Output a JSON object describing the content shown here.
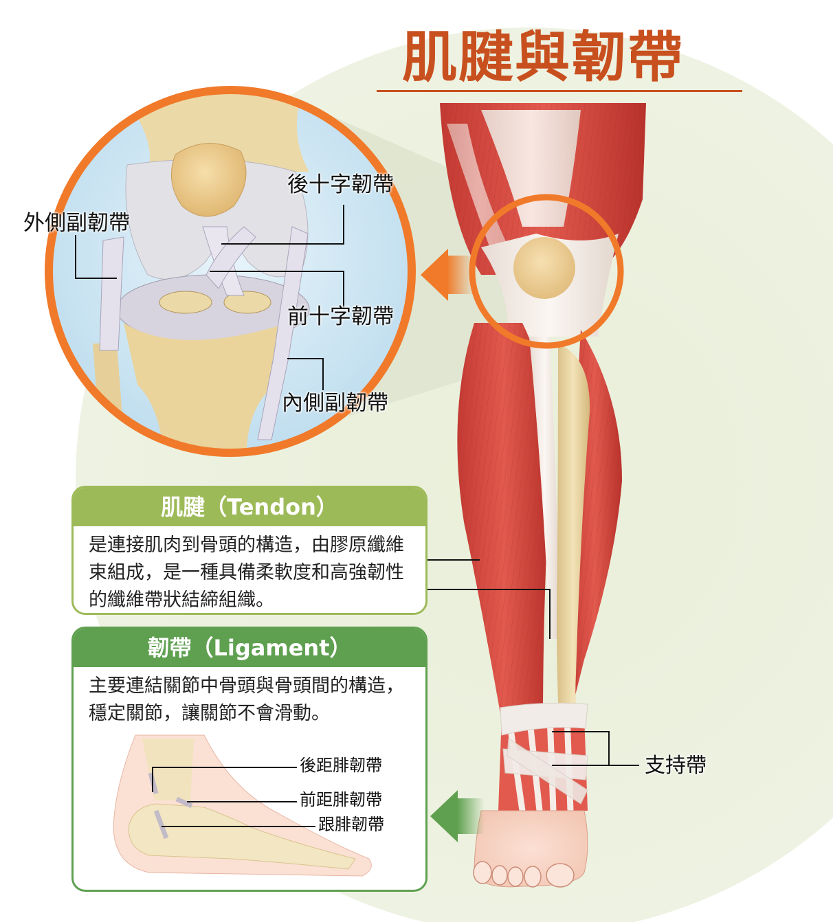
{
  "title": "肌腱與韌帶",
  "knee_labels": {
    "posterior_cruciate": "後十字韌帶",
    "lateral_collateral": "外側副韌帶",
    "anterior_cruciate": "前十字韌帶",
    "medial_collateral": "內側副韌帶"
  },
  "tendon_card": {
    "heading": "肌腱（Tendon）",
    "body": "是連接肌肉到骨頭的構造，由膠原纖維束組成，是一種具備柔軟度和高強韌性的纖維帶狀結締組織。"
  },
  "ligament_card": {
    "heading": "韌帶（Ligament）",
    "body": "主要連結關節中骨頭與骨頭間的構造，穩定關節，讓關節不會滑動。"
  },
  "ankle_labels": {
    "posterior_talofibular": "後距腓韌帶",
    "anterior_talofibular": "前距腓韌帶",
    "calcaneofibular": "跟腓韌帶"
  },
  "leg_labels": {
    "retinaculum": "支持帶"
  },
  "colors": {
    "title": "#c8501f",
    "zoom_ring": "#f07a2a",
    "tendon_header": "#9dba58",
    "ligament_header": "#5fa050",
    "muscle": "#d2463e",
    "bone": "#ecd9a8"
  }
}
